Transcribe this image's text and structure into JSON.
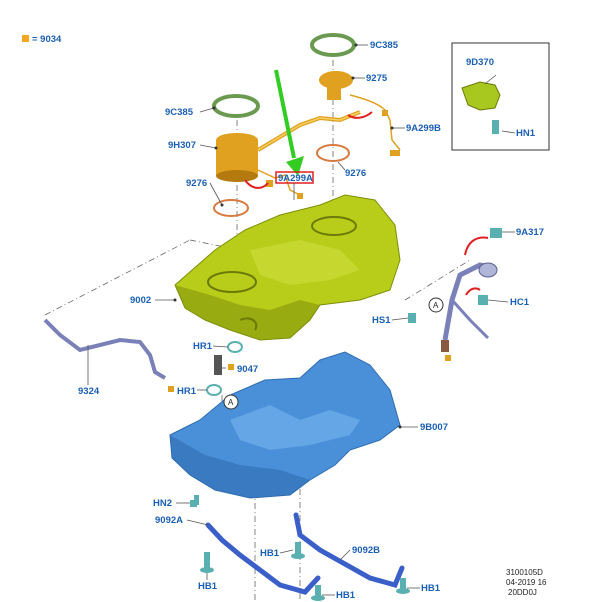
{
  "legend": {
    "swatch_color": "#f5a623",
    "label": "= 9034"
  },
  "colors": {
    "tank": "#b8cc1a",
    "tank_dark": "#7d8f0a",
    "shield": "#4a90d9",
    "shield_dark": "#2e6cb0",
    "strap": "#3a5fc8",
    "ring": "#6a9a50",
    "pump": "#e0a020",
    "fitting": "#5ab0b0",
    "label_text": "#1a5fb4",
    "red_arrow": "#e02020",
    "green_arrow": "#33cc22",
    "highlight_box": "#e02020"
  },
  "labels": {
    "9C385_top": "9C385",
    "9275": "9275",
    "9C385_left": "9C385",
    "9H307": "9H307",
    "9A299B": "9A299B",
    "9276_left": "9276",
    "9A299A": "9A299A",
    "9276_right": "9276",
    "9D370": "9D370",
    "HN1": "HN1",
    "9A317": "9A317",
    "9002": "9002",
    "HC1": "HC1",
    "HS1": "HS1",
    "HR1_top": "HR1",
    "9047": "9047",
    "HR1_bottom": "HR1",
    "9324": "9324",
    "9B007": "9B007",
    "HN2": "HN2",
    "9092A": "9092A",
    "HB1_mid": "HB1",
    "9092B": "9092B",
    "HB1_left": "HB1",
    "HB1_bottom": "HB1",
    "HB1_right": "HB1",
    "callout_A_1": "A",
    "callout_A_2": "A"
  },
  "reference": {
    "line1": "3100105D",
    "line2": "04-2019 16",
    "line3": "20DD0J"
  }
}
